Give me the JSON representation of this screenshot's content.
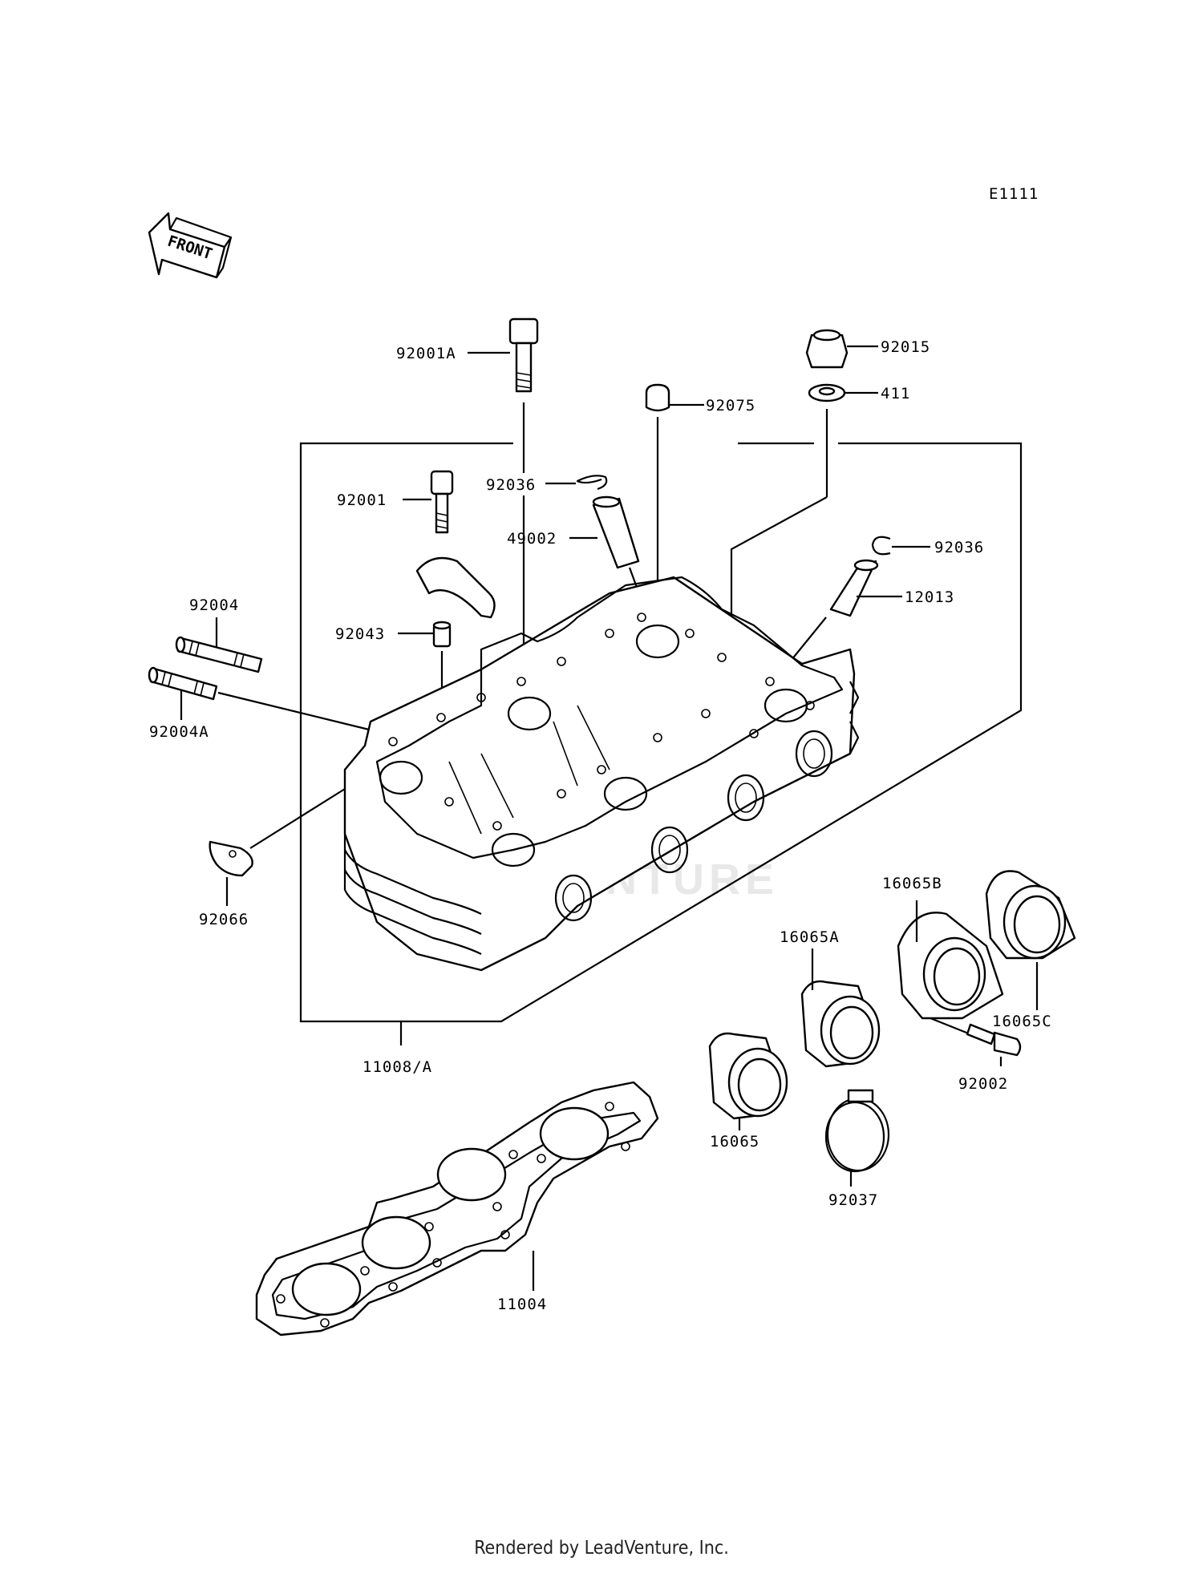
{
  "diagram_code": "E1111",
  "front_label": "FRONT",
  "watermark_text": "LEADVENTURE",
  "footer_text": "Rendered by LeadVenture, Inc.",
  "parts": {
    "p92001A": "92001A",
    "p92015": "92015",
    "p92075": "92075",
    "p411": "411",
    "p92036a": "92036",
    "p92001": "92001",
    "p49002": "49002",
    "p92036b": "92036",
    "p12013": "12013",
    "p92004": "92004",
    "p92043": "92043",
    "p92004A": "92004A",
    "p92066": "92066",
    "p16065B": "16065B",
    "p16065A": "16065A",
    "p16065C": "16065C",
    "p11008A": "11008/A",
    "p92002": "92002",
    "p16065": "16065",
    "p92037": "92037",
    "p11004": "11004"
  }
}
